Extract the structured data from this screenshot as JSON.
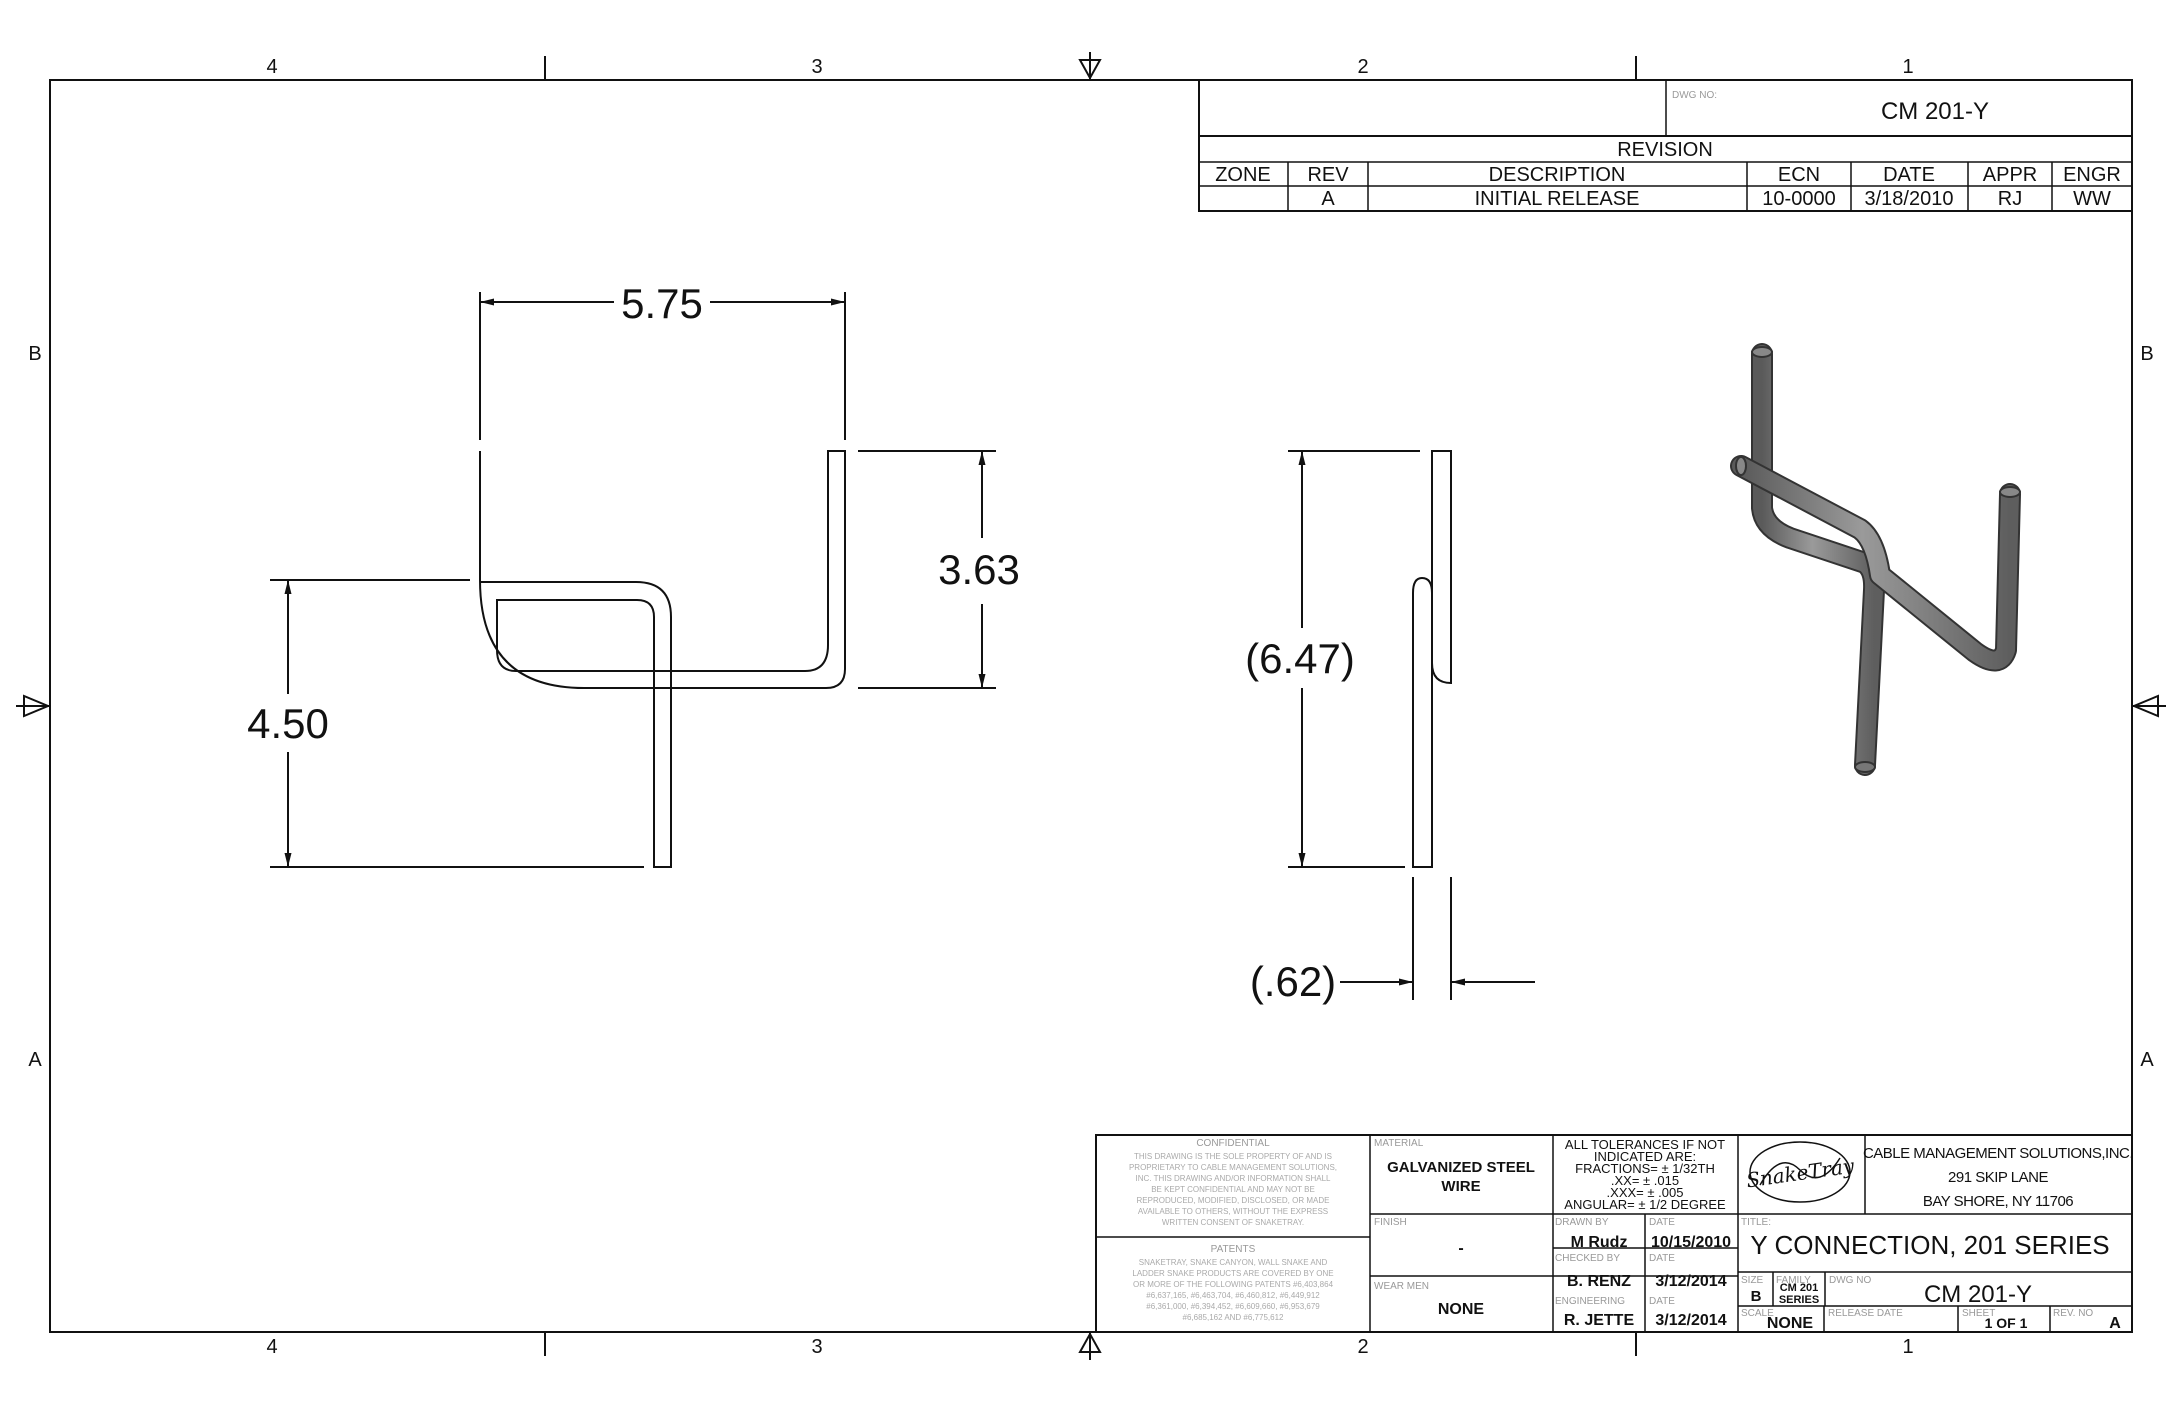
{
  "zones": {
    "columns": [
      "4",
      "3",
      "2",
      "1"
    ],
    "rows": [
      "B",
      "A"
    ]
  },
  "dimensions": {
    "width": "5.75",
    "height_right": "3.63",
    "height_left": "4.50",
    "side_height": "(6.47)",
    "side_width": "(.62)"
  },
  "dwg_block": {
    "label": "DWG NO:",
    "number": "CM 201-Y"
  },
  "revision": {
    "title": "REVISION",
    "headers": [
      "ZONE",
      "REV",
      "DESCRIPTION",
      "ECN",
      "DATE",
      "APPR",
      "ENGR"
    ],
    "rows": [
      [
        "",
        "A",
        "INITIAL RELEASE",
        "10-0000",
        "3/18/2010",
        "RJ",
        "WW"
      ]
    ]
  },
  "title_block": {
    "confidential_title": "CONFIDENTIAL",
    "confidential_lines": [
      "THIS DRAWING IS THE SOLE PROPERTY OF AND IS",
      "PROPRIETARY TO CABLE MANAGEMENT SOLUTIONS,",
      "INC. THIS DRAWING AND/OR INFORMATION SHALL",
      "BE KEPT CONFIDENTIAL AND MAY NOT BE",
      "REPRODUCED, MODIFIED, DISCLOSED, OR MADE",
      "AVAILABLE TO OTHERS, WITHOUT THE EXPRESS",
      "WRITTEN CONSENT OF SNAKETRAY."
    ],
    "patents_title": "PATENTS",
    "patents_lines": [
      "SNAKETRAY, SNAKE CANYON, WALL SNAKE AND",
      "LADDER SNAKE PRODUCTS ARE COVERED BY ONE",
      "OR MORE OF THE FOLLOWING PATENTS #6,403,864",
      "#6,637,165, #6,463,704, #6,460,812, #6,449,912",
      "#6,361,000, #6,394,452, #6,609,660, #6,953,679",
      "#6,685,162 AND #6,775,612"
    ],
    "material_label": "MATERIAL",
    "material": "GALVANIZED STEEL WIRE",
    "material_line1": "GALVANIZED STEEL",
    "material_line2": "WIRE",
    "finish_label": "FINISH",
    "finish": "-",
    "weight_label": "WEAR MEN",
    "weight": "NONE",
    "tolerances_lines": [
      "ALL TOLERANCES IF NOT",
      "INDICATED ARE:",
      "FRACTIONS= ± 1/32TH",
      ".XX= ± .015",
      ".XXX= ± .005",
      "ANGULAR= ± 1/2 DEGREE"
    ],
    "drawn_by_label": "DRAWN BY",
    "drawn_by": "M Rudz",
    "drawn_date": "10/15/2010",
    "checked_by_label": "CHECKED BY",
    "checked_by": "B. RENZ",
    "checked_date": "3/12/2014",
    "engineering_label": "ENGINEERING",
    "engineering": "R. JETTE",
    "engineering_date": "3/12/2014",
    "date_label": "DATE",
    "logo_text": "SnakeTray",
    "company_lines": [
      "CABLE MANAGEMENT SOLUTIONS,INC.",
      "291 SKIP LANE",
      "BAY SHORE, NY 11706"
    ],
    "title_label": "TITLE:",
    "title": "Y CONNECTION, 201 SERIES",
    "size_label": "SIZE",
    "size": "B",
    "family_label": "FAMILY",
    "family_line1": "CM 201",
    "family_line2": "SERIES",
    "dwg_no_label": "DWG NO",
    "dwg_no": "CM 201-Y",
    "scale_label": "SCALE",
    "scale": "NONE",
    "release_date_label": "RELEASE DATE",
    "sheet_label": "SHEET",
    "sheet": "1 OF 1",
    "rev_no_label": "REV. NO",
    "rev_no": "A"
  },
  "colors": {
    "line": "#111111",
    "rod": "#8a8a8a",
    "rod_dark": "#555555"
  }
}
